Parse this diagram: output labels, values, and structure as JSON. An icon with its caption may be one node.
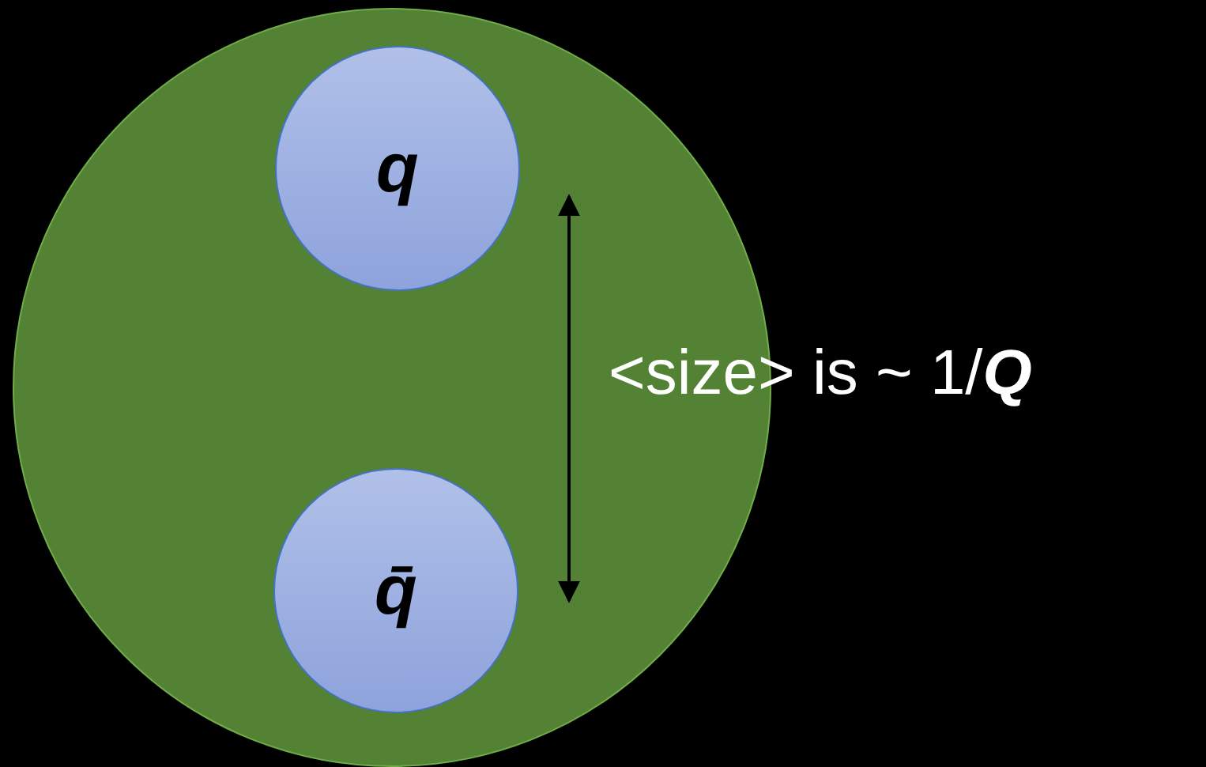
{
  "diagram": {
    "nodes": [
      {
        "text": [],
        "shape": "circle"
      },
      {
        "text": [
          "q"
        ],
        "in": 0
      },
      {
        "text": [
          "q̄"
        ],
        "in": 0
      }
    ],
    "labels": [
      "<size> is ~ 1/**Q**"
    ]
  }
}
